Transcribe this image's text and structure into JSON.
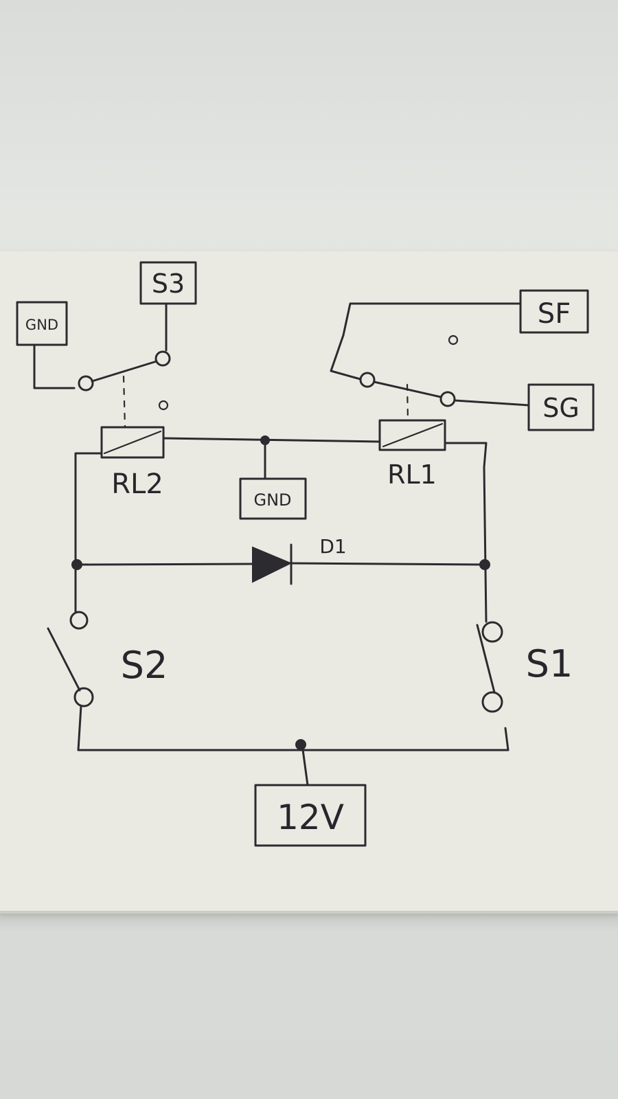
{
  "diagram": {
    "labels": {
      "gnd_left": "GND",
      "s3": "S3",
      "sf": "SF",
      "sg": "SG",
      "rl2": "RL2",
      "rl1": "RL1",
      "gnd_mid": "GND",
      "d1": "D1",
      "s2": "S2",
      "s1": "S1",
      "v12": "12V"
    },
    "colors": {
      "ink": "#2b2b30",
      "paper": "#ebeae2"
    }
  }
}
